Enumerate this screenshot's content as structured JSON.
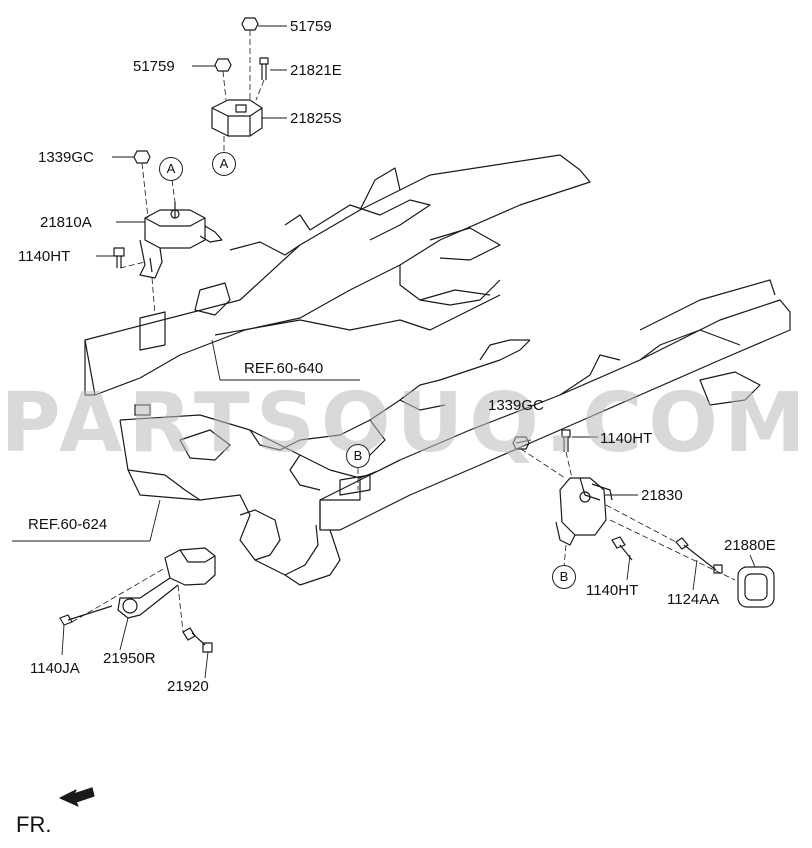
{
  "watermark": "PARTSOUQ.COM",
  "labels": {
    "nut_top": "51759",
    "nut_left": "51759",
    "bolt_21821e": "21821E",
    "bracket_21825s": "21825S",
    "nut_1339gc_left": "1339GC",
    "mount_21810a": "21810A",
    "bolt_1140ht_left": "1140HT",
    "ref_60_640": "REF.60-640",
    "ref_60_624": "REF.60-624",
    "nut_1339gc_right": "1339GC",
    "bolt_1140ht_right_top": "1140HT",
    "mount_21830": "21830",
    "insulator_21880e": "21880E",
    "bolt_1140ht_right_bottom": "1140HT",
    "bolt_1124aa": "1124AA",
    "bolt_1140ja": "1140JA",
    "roll_rod_21950r": "21950R",
    "bolt_21920": "21920"
  },
  "callouts": {
    "a_upper": "A",
    "a_lower": "A",
    "b_frame": "B",
    "b_lower": "B"
  },
  "direction": "FR.",
  "colors": {
    "line": "#1a1a1a",
    "watermark": "#b9b9b9"
  }
}
